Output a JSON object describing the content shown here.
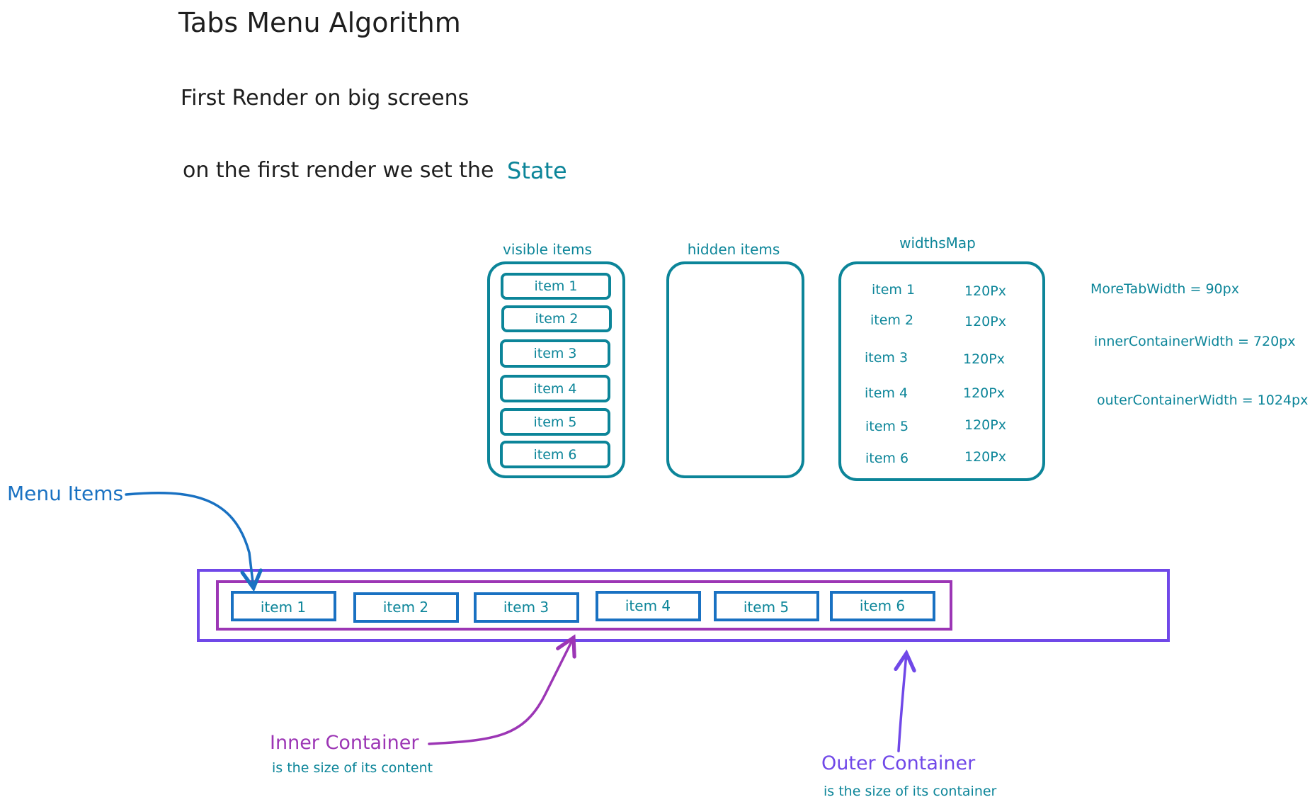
{
  "title": "Tabs Menu Algorithm",
  "subtitle": "First Render on big screens",
  "intro": {
    "text": "on the first render we set the",
    "highlight": "State"
  },
  "state": {
    "visible_items": {
      "label": "visible items",
      "items": [
        "item 1",
        "item 2",
        "item 3",
        "item 4",
        "item 5",
        "item 6"
      ]
    },
    "hidden_items": {
      "label": "hidden items",
      "items": []
    },
    "widths_map": {
      "label": "widthsMap",
      "rows": [
        {
          "item": "item 1",
          "width": "120Px"
        },
        {
          "item": "item 2",
          "width": "120Px"
        },
        {
          "item": "item 3",
          "width": "120Px"
        },
        {
          "item": "item 4",
          "width": "120Px"
        },
        {
          "item": "item 5",
          "width": "120Px"
        },
        {
          "item": "item 6",
          "width": "120Px"
        }
      ]
    },
    "values": [
      "MoreTabWidth  =  90px",
      "innerContainerWidth  =   720px",
      "outerContainerWidth  =  1024px"
    ]
  },
  "menu": {
    "tabs": [
      "item 1",
      "item 2",
      "item 3",
      "item 4",
      "item 5",
      "item 6"
    ]
  },
  "annotations": {
    "menu_items": "Menu Items",
    "inner_container": {
      "title": "Inner Container",
      "note": "is the size of its content"
    },
    "outer_container": {
      "title": "Outer Container",
      "note": "is the size of its container"
    }
  },
  "colors": {
    "text": "#1e1e1e",
    "teal": "#0c8599",
    "blue": "#1971c2",
    "purple": "#9c36b5",
    "violet": "#7048e8"
  }
}
